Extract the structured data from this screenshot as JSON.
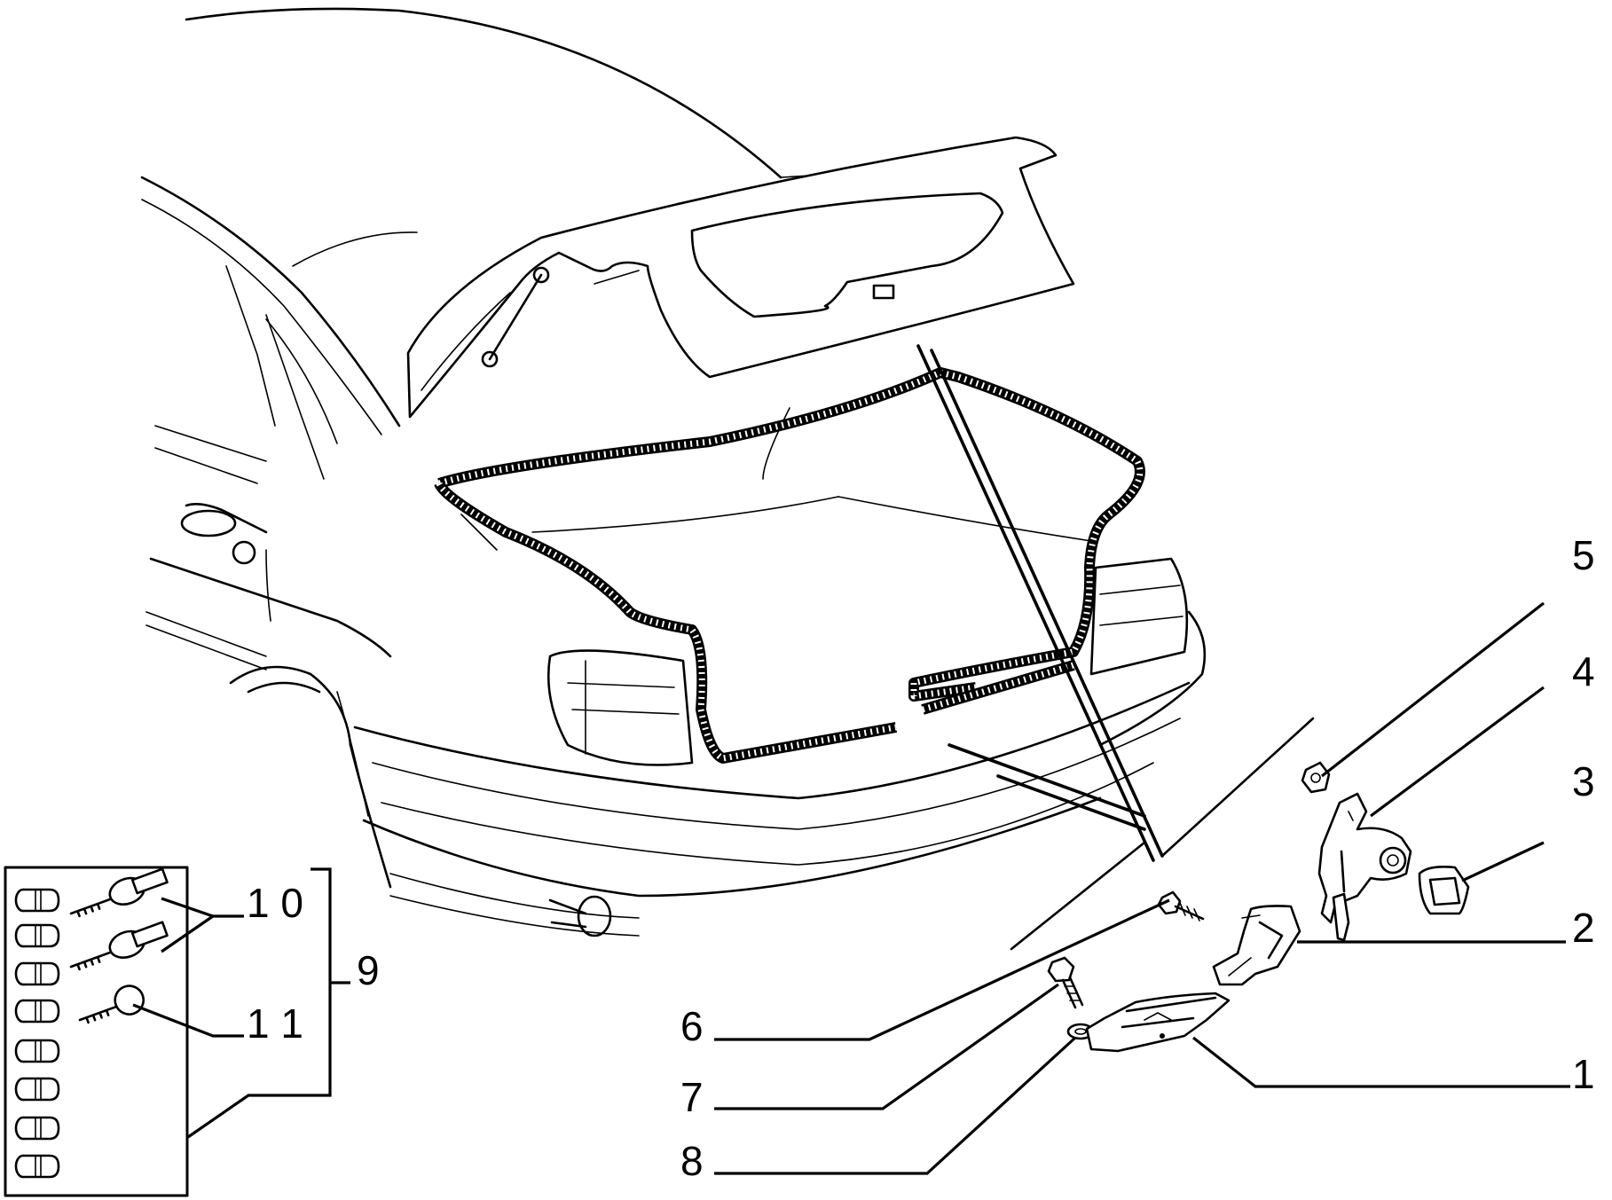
{
  "callouts": {
    "n1": "1",
    "n2": "2",
    "n3": "3",
    "n4": "4",
    "n5": "5",
    "n6": "6",
    "n7": "7",
    "n8": "8",
    "n9": "9",
    "n10": "1 0",
    "n11": "1 1"
  },
  "colors": {
    "line": "#000000",
    "background": "#ffffff"
  },
  "icons": [
    "car-rear-outline",
    "lock-cylinder",
    "key",
    "latch",
    "bolt",
    "washer"
  ]
}
